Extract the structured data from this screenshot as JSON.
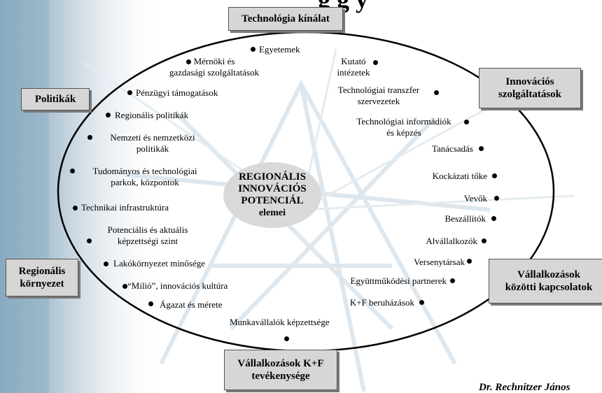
{
  "title_fragment": "g                                        g           y",
  "boxes": {
    "tech_offer": "Technológia kínálat",
    "innov_services": [
      "Innovációs",
      "szolgáltatások"
    ],
    "policies": "Politikák",
    "regional_env": [
      "Regionális",
      "környezet"
    ],
    "business_links": [
      "Vállalkozások",
      "közötti kapcsolatok"
    ],
    "rd_activity": [
      "Vállalkozások K+F",
      "tevékenysége"
    ]
  },
  "center": [
    "REGIONÁLIS",
    "INNOVÁCIÓS",
    "POTENCIÁL",
    "elemei"
  ],
  "items": {
    "egyetemek": "Egyetemek",
    "mernoki": [
      "Mérnöki és",
      "gazdasági szolgáltatások"
    ],
    "kutato": [
      "Kutató",
      "intézetek"
    ],
    "penzugyi": "Pénzügyi támogatások",
    "tech_transzfer": [
      "Technológiai transzfer",
      "szervezetek"
    ],
    "regionalis_pol": "Regionális politikák",
    "tech_info": [
      "Technológiai informádiók",
      "és képzés"
    ],
    "nemzeti": [
      "Nemzeti és nemzetközi",
      "politikák"
    ],
    "tanacsadas": "Tanácsadás",
    "tudomanyos": [
      "Tudományos és technológiai",
      "parkok, központok"
    ],
    "kockazati": "Kockázati tőke",
    "vevok": "Vevők",
    "technikai": "Technikai infrastruktúra",
    "beszallitok": "Beszállítók",
    "potencialis": [
      "Potenciális és aktuális",
      "képzettségi szint"
    ],
    "alvallalkozok": "Alvállalkozók",
    "versenytarsak": "Versenytársak",
    "lakokornyezet": "Lakókörnyezet minősége",
    "milio": "“Milió”, innovációs kultúra",
    "egyuttmukodesi": "Együttműködési partnerek",
    "agazat": "Ágazat és mérete",
    "kf_beruhazasok": "K+F beruházások",
    "munkavallalok": "Munkavállalók képzettsége"
  },
  "signature": "Dr. Rechnitzer János"
}
